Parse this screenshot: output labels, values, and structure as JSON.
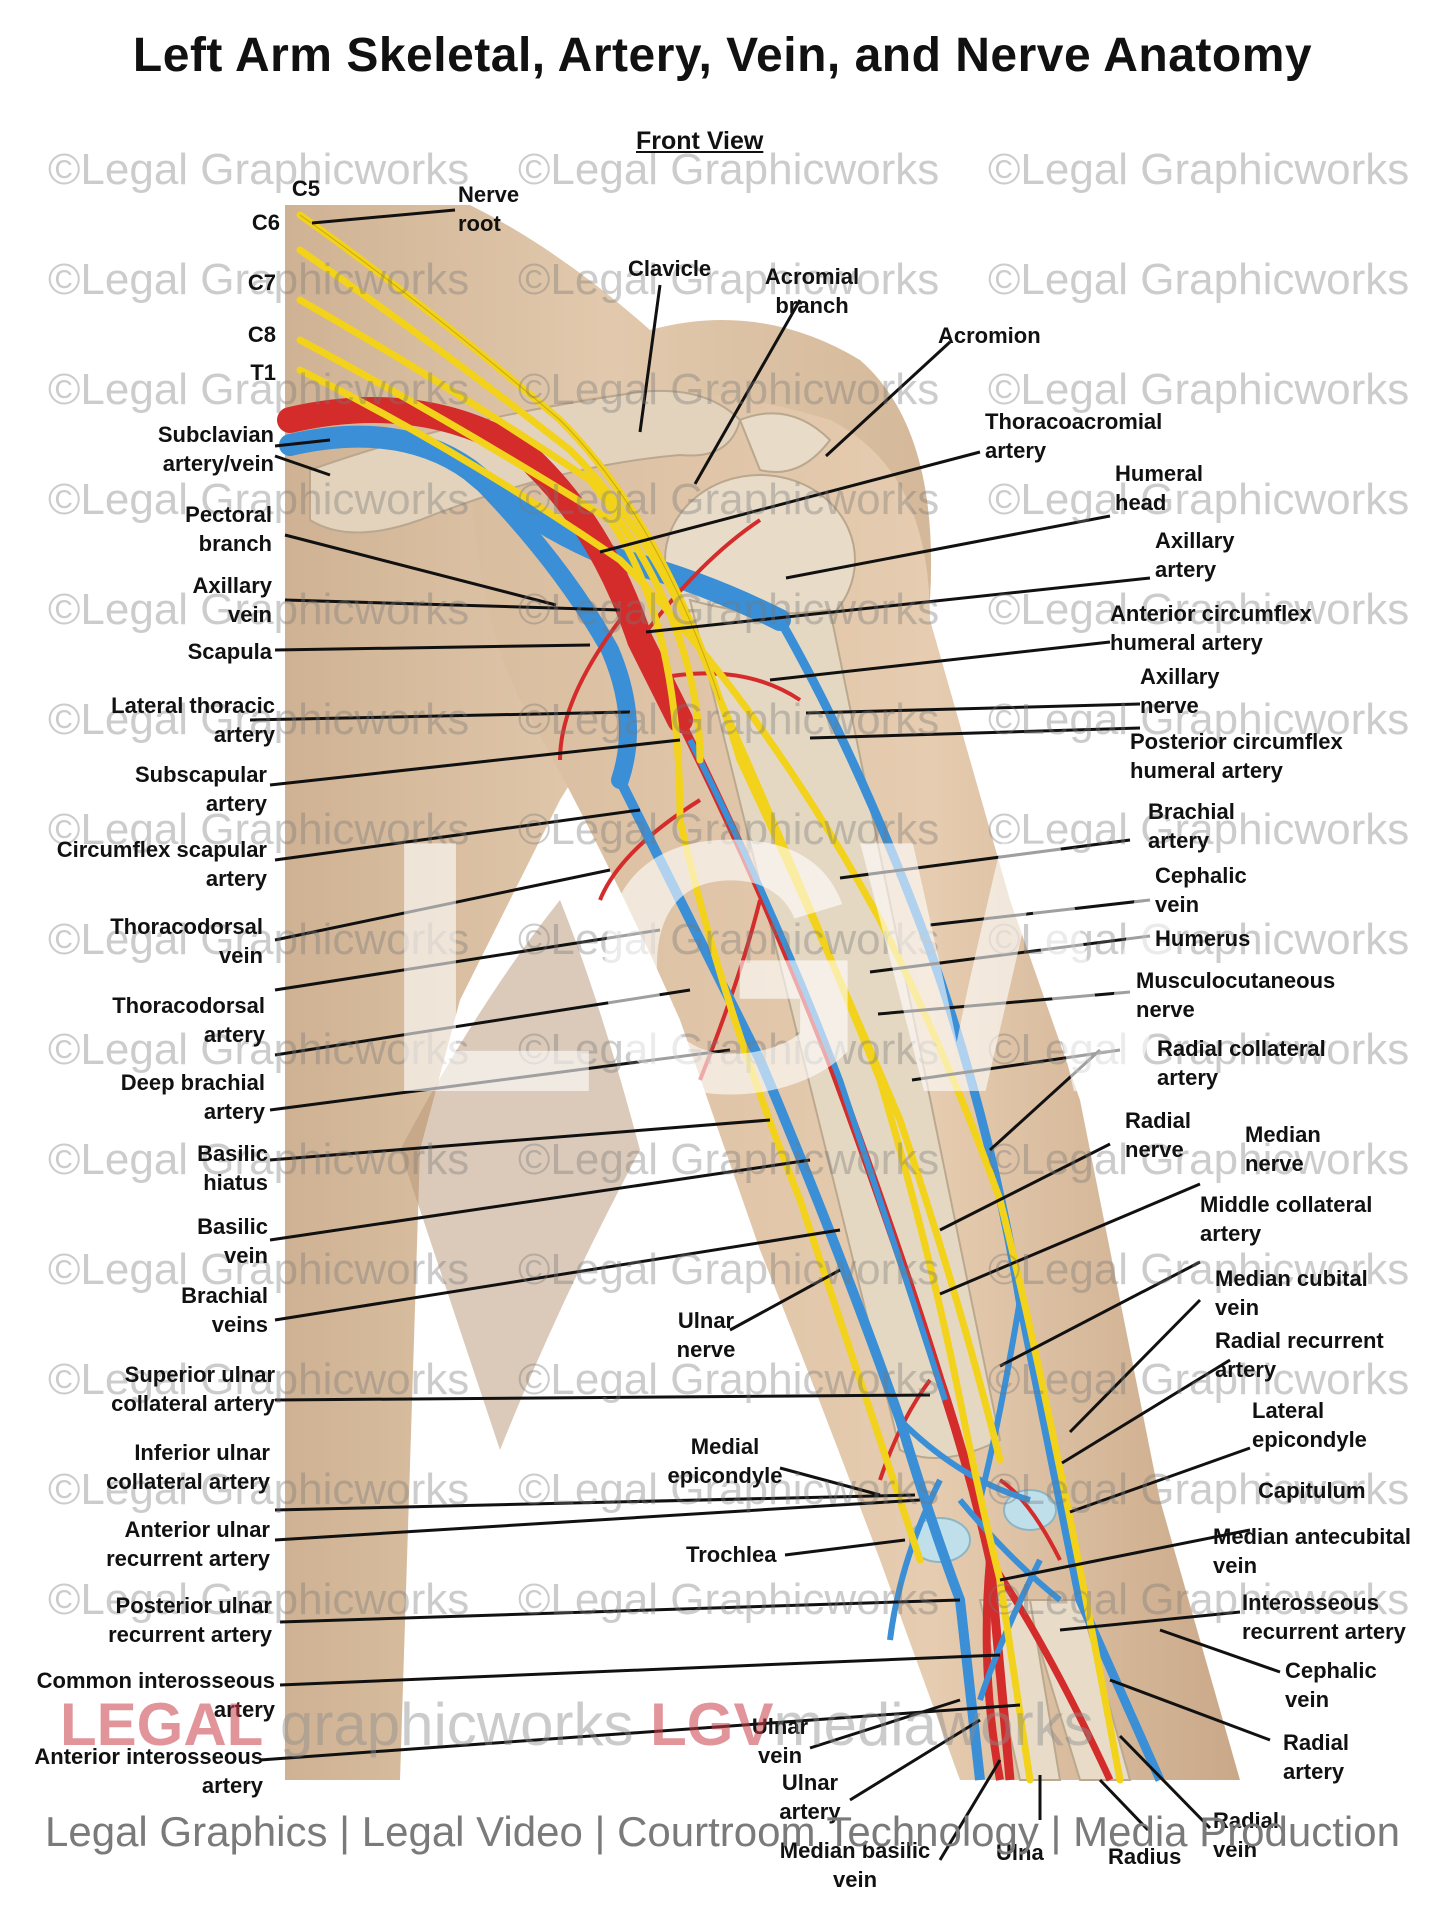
{
  "title": "Left Arm Skeletal, Artery, Vein, and Nerve Anatomy",
  "subtitle": "Front View",
  "watermark": "©Legal Graphicworks",
  "big_mark": "LGW",
  "brand": {
    "part1": "LEGAL",
    "part2": " graphicworks ",
    "part3": "LGV",
    "part4": "mediaworks"
  },
  "footer": "Legal Graphics | Legal Video | Courtroom Technology | Media Production",
  "colors": {
    "artery": "#d42b2b",
    "vein": "#3a8fd6",
    "nerve": "#f2d21b",
    "skin": "#dcc0a2",
    "bone": "#e8dcc8"
  },
  "labels": {
    "nerve_root": "Nerve\nroot",
    "c5": "C5",
    "c6": "C6",
    "c7": "C7",
    "c8": "C8",
    "t1": "T1",
    "clavicle": "Clavicle",
    "acromial_branch": "Acromial\nbranch",
    "acromion": "Acromion",
    "thoracoacromial_artery": "Thoracoacromial\nartery",
    "humeral_head": "Humeral\nhead",
    "axillary_artery": "Axillary\nartery",
    "anterior_circumflex": "Anterior circumflex\nhumeral artery",
    "axillary_nerve": "Axillary\nnerve",
    "posterior_circumflex": "Posterior circumflex\nhumeral artery",
    "brachial_artery": "Brachial\nartery",
    "cephalic_vein_upper": "Cephalic\nvein",
    "humerus": "Humerus",
    "musculocutaneous": "Musculocutaneous\nnerve",
    "radial_collateral": "Radial collateral\nartery",
    "radial_nerve": "Radial\nnerve",
    "median_nerve": "Median\nnerve",
    "middle_collateral": "Middle collateral\nartery",
    "median_cubital": "Median cubital\nvein",
    "radial_recurrent": "Radial recurrent\nartery",
    "lateral_epicondyle": "Lateral\nepicondyle",
    "capitulum": "Capitulum",
    "median_antecubital": "Median antecubital\nvein",
    "interosseous_recurrent": "Interosseous\nrecurrent artery",
    "cephalic_vein_lower": "Cephalic\nvein",
    "radial_artery": "Radial\nartery",
    "radial_vein": "Radial\nvein",
    "radius": "Radius",
    "ulna": "Ulna",
    "median_basilic": "Median basilic\nvein",
    "ulnar_artery": "Ulnar\nartery",
    "ulnar_vein": "Ulnar\nvein",
    "subclavian": "Subclavian\nartery/vein",
    "pectoral_branch": "Pectoral\nbranch",
    "axillary_vein": "Axillary\nvein",
    "scapula": "Scapula",
    "lateral_thoracic": "Lateral thoracic\nartery",
    "subscapular": "Subscapular\nartery",
    "circumflex_scapular": "Circumflex scapular\nartery",
    "thoracodorsal_vein": "Thoracodorsal\nvein",
    "thoracodorsal_artery": "Thoracodorsal\nartery",
    "deep_brachial": "Deep brachial\nartery",
    "basilic_hiatus": "Basilic\nhiatus",
    "basilic_vein": "Basilic\nvein",
    "brachial_veins": "Brachial\nveins",
    "ulnar_nerve": "Ulnar\nnerve",
    "superior_ulnar": "Superior ulnar\ncollateral artery",
    "inferior_ulnar": "Inferior ulnar\ncollateral artery",
    "medial_epicondyle": "Medial\nepicondyle",
    "anterior_ulnar_recurrent": "Anterior ulnar\nrecurrent artery",
    "trochlea": "Trochlea",
    "posterior_ulnar_recurrent": "Posterior ulnar\nrecurrent artery",
    "common_interosseous": "Common interosseous\nartery",
    "anterior_interosseous": "Anterior interosseous\nartery"
  }
}
